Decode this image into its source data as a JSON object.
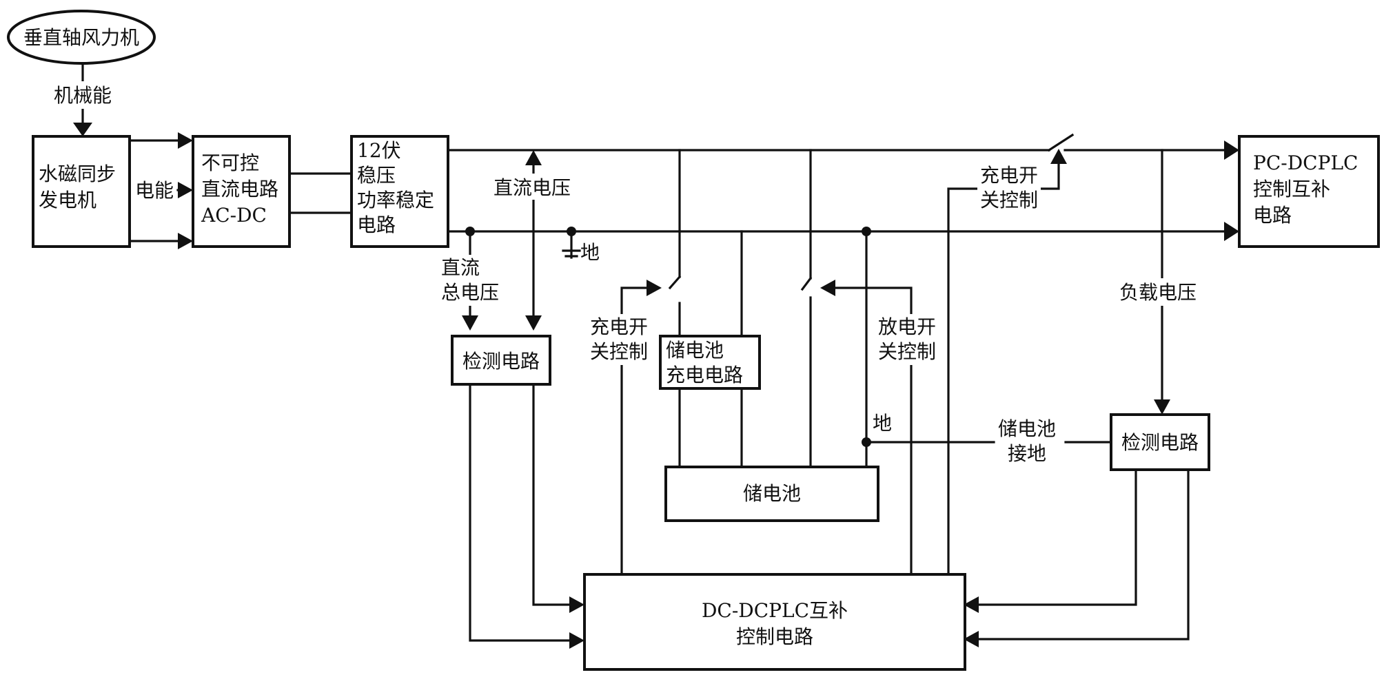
{
  "nodes": {
    "turbine": "垂直轴风力机",
    "generator": [
      "水磁同步",
      "发电机"
    ],
    "rectifier": [
      "不可控",
      "直流电路",
      "AC-DC"
    ],
    "regulator": [
      "12伏",
      "稳压",
      "功率稳定",
      "电路"
    ],
    "pc_dcplc": [
      "PC-DCPLC",
      "控制互补",
      "电路"
    ],
    "detect_left": "检测电路",
    "charge_circuit": [
      "储电池",
      "充电电路"
    ],
    "battery": "储电池",
    "detect_right": "检测电路",
    "dc_dcplc": [
      "DC-DCPLC互补",
      "控制电路"
    ]
  },
  "labels": {
    "mechanical": "机械能",
    "electrical": "电能",
    "dc_voltage": "直流电压",
    "ground_top": "地",
    "dc_bus_voltage": [
      "直流",
      "总电压"
    ],
    "charge_switch_top": [
      "充电开",
      "关控制"
    ],
    "charge_switch_left": [
      "充电开",
      "关控制"
    ],
    "discharge_switch": [
      "放电开",
      "关控制"
    ],
    "load_voltage": "负载电压",
    "ground_mid": "地",
    "battery_ground": [
      "储电池",
      "接地"
    ]
  }
}
